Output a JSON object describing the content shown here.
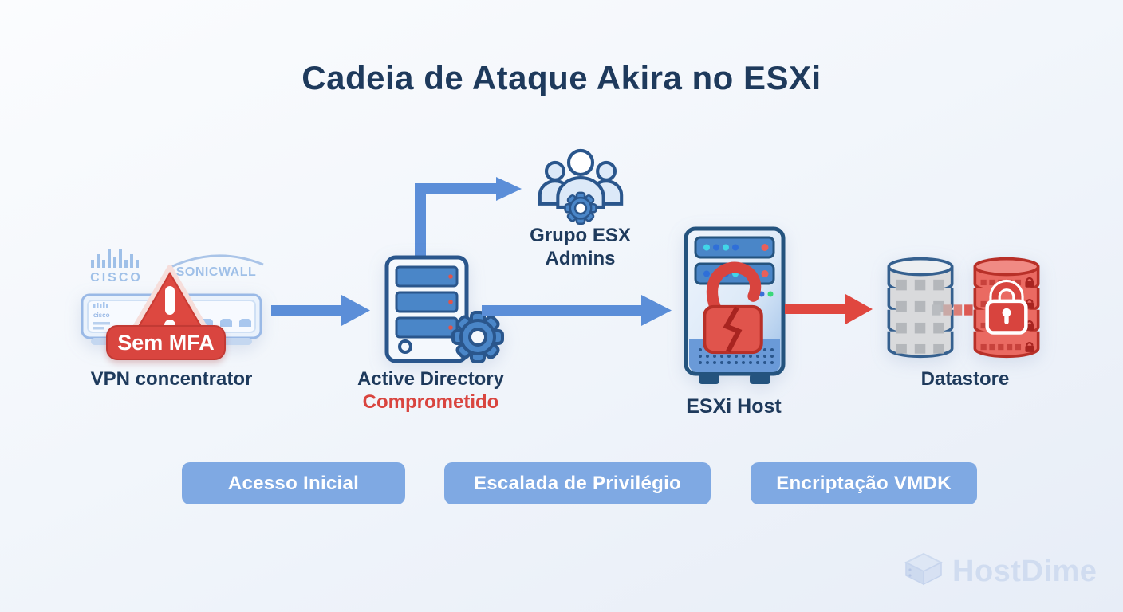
{
  "title": "Cadeia de Ataque Akira no ESXi",
  "nodes": {
    "vpn": {
      "vendor_cisco": "CISCO",
      "vendor_sonicwall": "SONICWALL",
      "badge": "Sem MFA",
      "label": "VPN concentrator"
    },
    "active_directory": {
      "label": "Active Directory",
      "status": "Comprometido"
    },
    "esx_admins": {
      "label_line1": "Grupo ESX",
      "label_line2": "Admins"
    },
    "esxi_host": {
      "label": "ESXi Host"
    },
    "datastore": {
      "label": "Datastore"
    }
  },
  "stages": [
    {
      "label": "Acesso Inicial"
    },
    {
      "label": "Escalada de Privilégio"
    },
    {
      "label": "Encriptação VMDK"
    }
  ],
  "watermark": "HostDime",
  "colors": {
    "navy": "#1e3a5c",
    "alert_red": "#d9453f",
    "arrow_blue": "#5b8ed8",
    "stage_button": "#7fa9e3"
  }
}
